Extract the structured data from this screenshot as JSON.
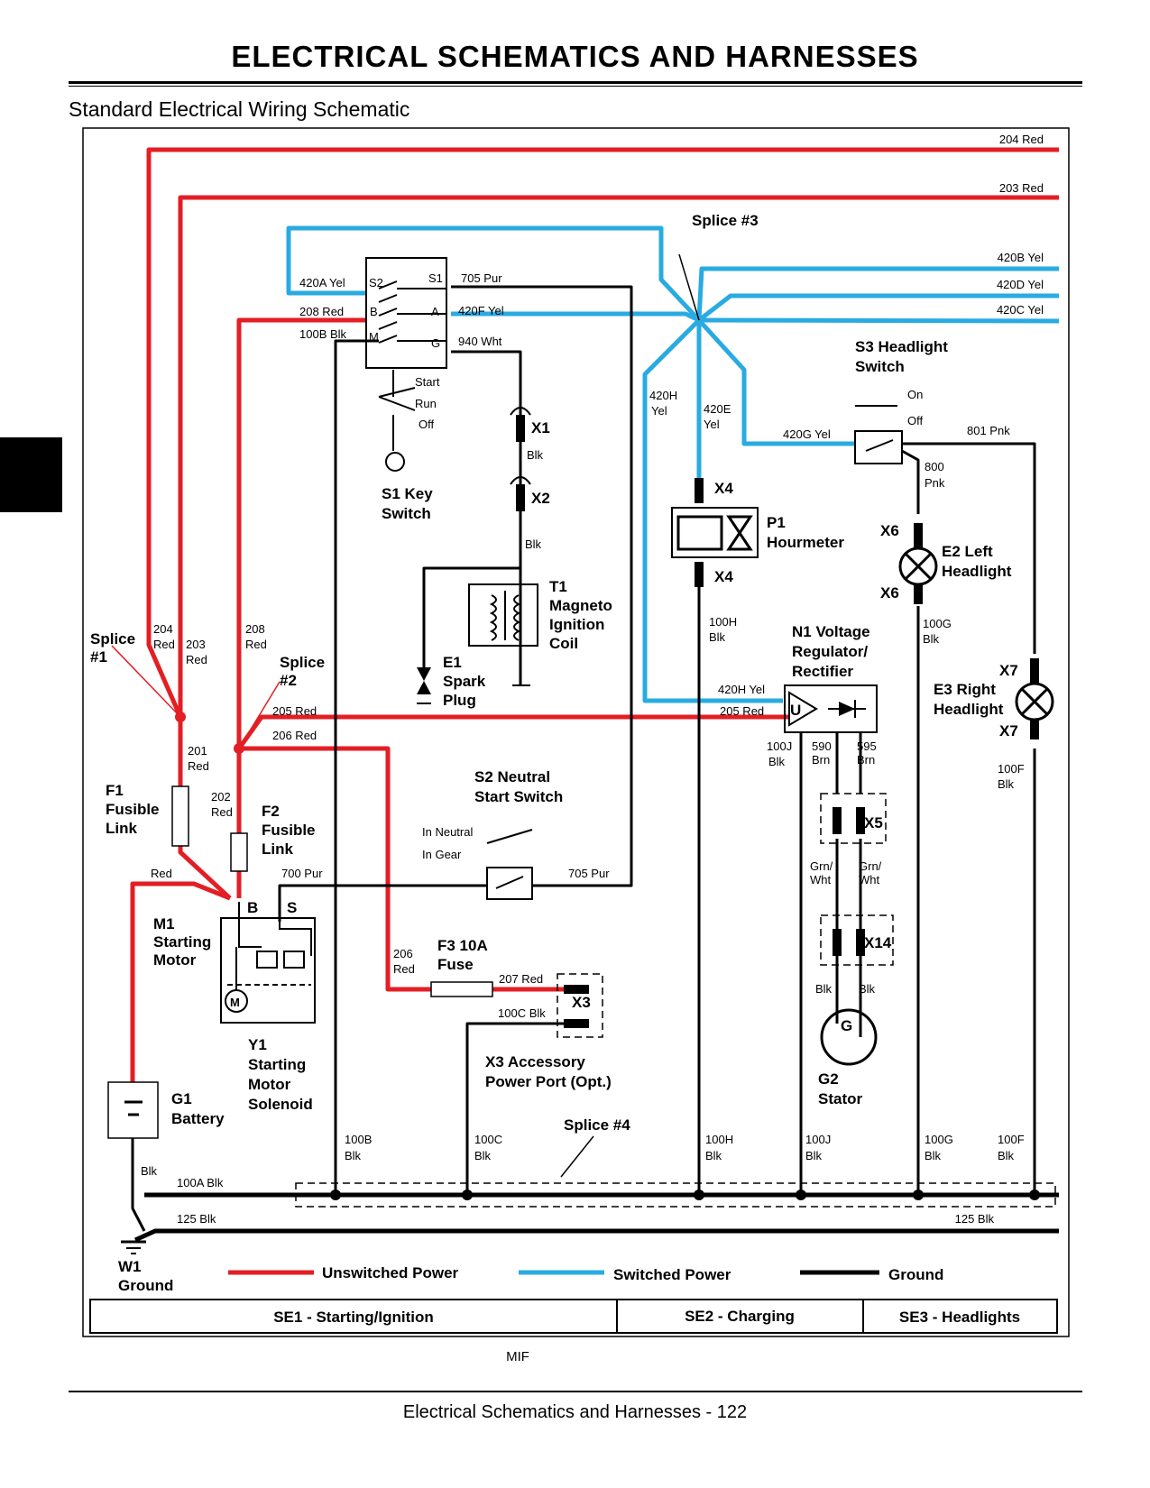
{
  "page": {
    "header": "ELECTRICAL   SCHEMATICS AND HARNESSES",
    "subtitle": "Standard Electrical Wiring Schematic",
    "footer": "Electrical   Schematics and Harnesses  - 122",
    "mif": "MIF"
  },
  "wires": {
    "w204": "204 Red",
    "w203": "203 Red",
    "w420a": "420A Yel",
    "w208": "208 Red",
    "w100b": "100B Blk",
    "w705top": "705 Pur",
    "w420f": "420F Yel",
    "w940": "940 Wht",
    "w420b": "420B Yel",
    "w420d": "420D Yel",
    "w420c": "420C Yel",
    "w420h_a": "420H",
    "w420h_b": "Yel",
    "w420e_a": "420E",
    "w420e_b": "Yel",
    "w420g": "420G Yel",
    "w801": "801 Pnk",
    "w800a": "800",
    "w800b": "Pnk",
    "blk1": "Blk",
    "blk2": "Blk",
    "w204a": "204",
    "w204b": "Red",
    "w203a": "203",
    "w203b": "Red",
    "w208a": "208",
    "w208b": "Red",
    "w205a": "205 Red",
    "w206a": "206 Red",
    "w420hy": "420H Yel",
    "w205b": "205 Red",
    "w201a": "201",
    "w201b": "Red",
    "w202a": "202",
    "w202b": "Red",
    "w_red": "Red",
    "w700": "700 Pur",
    "w705": "705 Pur",
    "w206b_a": "206",
    "w206b_b": "Red",
    "w207": "207 Red",
    "w100c": "100C Blk",
    "w100h_a": "100H",
    "w100h_b": "Blk",
    "w100j_a": "100J",
    "w100j_b": "Blk",
    "w590a": "590",
    "w590b": "Brn",
    "w595a": "595",
    "w595b": "Brn",
    "w100g_a": "100G",
    "w100g_b": "Blk",
    "w100f_a": "100F",
    "w100f_b": "Blk",
    "grn1a": "Grn/",
    "grn1b": "Wht",
    "grn2a": "Grn/",
    "grn2b": "Wht",
    "blk3": "Blk",
    "blk4": "Blk",
    "blk_batt": "Blk",
    "w100a": "100A Blk",
    "w125a": "125 Blk",
    "w125b": "125 Blk",
    "g100b_a": "100B",
    "g100b_b": "Blk",
    "g100c_a": "100C",
    "g100c_b": "Blk",
    "g100h_a": "100H",
    "g100h_b": "Blk",
    "g100j_a": "100J",
    "g100j_b": "Blk",
    "g100g_a": "100G",
    "g100g_b": "Blk",
    "g100f_a": "100F",
    "g100f_b": "Blk"
  },
  "components": {
    "splice3": "Splice #3",
    "splice1a": "Splice",
    "splice1b": "#1",
    "splice2a": "Splice",
    "splice2b": "#2",
    "splice4": "Splice #4",
    "s1a": "S1 Key",
    "s1b": "Switch",
    "s1_s2": "S2",
    "s1_s1": "S1",
    "s1_b": "B",
    "s1_a": "A",
    "s1_m": "M",
    "s1_g": "G",
    "s1_start": "Start",
    "s1_run": "Run",
    "s1_off": "Off",
    "x1": "X1",
    "x2": "X2",
    "x3": "X3",
    "x4a": "X4",
    "x4b": "X4",
    "x5": "X5",
    "x14": "X14",
    "x6a": "X6",
    "x6b": "X6",
    "x7a": "X7",
    "x7b": "X7",
    "t1a": "T1",
    "t1b": "Magneto",
    "t1c": "Ignition",
    "t1d": "Coil",
    "e1a": "E1",
    "e1b": "Spark",
    "e1c": "Plug",
    "p1a": "P1",
    "p1b": "Hourmeter",
    "s3a": "S3 Headlight",
    "s3b": "Switch",
    "s3_on": "On",
    "s3_off": "Off",
    "e2a": "E2 Left",
    "e2b": "Headlight",
    "e3a": "E3 Right",
    "e3b": "Headlight",
    "n1a": "N1 Voltage",
    "n1b": "Regulator/",
    "n1c": "Rectifier",
    "n1_u": "U",
    "s2a": "S2 Neutral",
    "s2b": "Start Switch",
    "s2_in_neutral": "In Neutral",
    "s2_in_gear": "In Gear",
    "f1a": "F1",
    "f1b": "Fusible",
    "f1c": "Link",
    "f2a": "F2",
    "f2b": "Fusible",
    "f2c": "Link",
    "f3a": "F3 10A",
    "f3b": "Fuse",
    "m1a": "M1",
    "m1b": "Starting",
    "m1c": "Motor",
    "m1_b": "B",
    "m1_s": "S",
    "m1_m": "M",
    "y1a": "Y1",
    "y1b": "Starting",
    "y1c": "Motor",
    "y1d": "Solenoid",
    "x3aa": "X3 Accessory",
    "x3ab": "Power Port (Opt.)",
    "g1a": "G1",
    "g1b": "Battery",
    "g2a": "G2",
    "g2b": "Stator",
    "g2_g": "G",
    "w1a": "W1",
    "w1b": "Ground"
  },
  "legend": {
    "unswitched": "Unswitched Power",
    "switched": "Switched Power",
    "ground": "Ground",
    "colors": {
      "unswitched": "#e31e24",
      "switched": "#29abe2",
      "ground": "#000000"
    }
  },
  "sections": {
    "se1": "SE1 - Starting/Ignition",
    "se2": "SE2 - Charging",
    "se3": "SE3 - Headlights"
  }
}
